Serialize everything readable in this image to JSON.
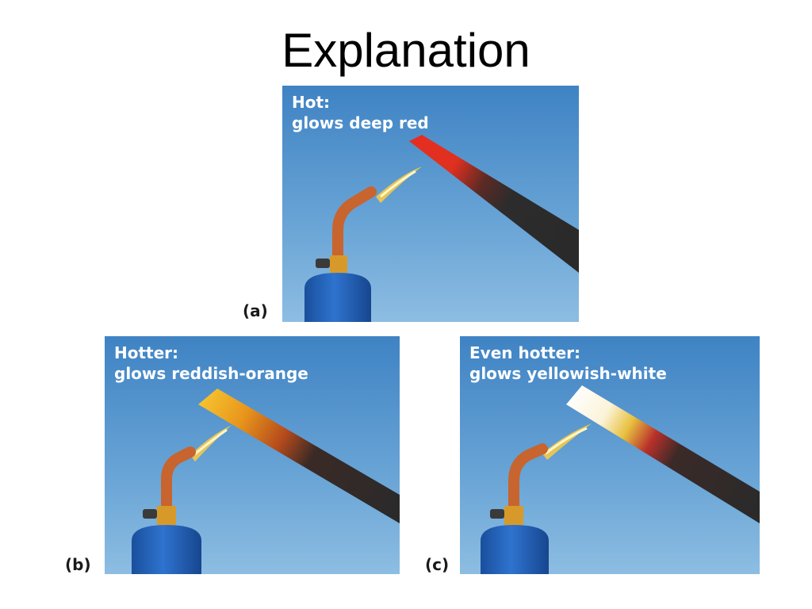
{
  "slide": {
    "title": "Explanation"
  },
  "panels": [
    {
      "letter": "(a)",
      "caption_line1": "Hot:",
      "caption_line2": "glows deep red",
      "glow_color": "#e52e22"
    },
    {
      "letter": "(b)",
      "caption_line1": "Hotter:",
      "caption_line2": "glows reddish-orange",
      "glow_color": "#f0a21e"
    },
    {
      "letter": "(c)",
      "caption_line1": "Even hotter:",
      "caption_line2": "glows yellowish-white",
      "glow_color": "#fdfbf2"
    }
  ],
  "colors": {
    "background_blue": "#4f8fc8",
    "canister_blue": "#1f5fb5",
    "copper_nozzle": "#c8642e",
    "brass_valve": "#d79a2a",
    "metal_bar_dark": "#2b2b2b"
  }
}
